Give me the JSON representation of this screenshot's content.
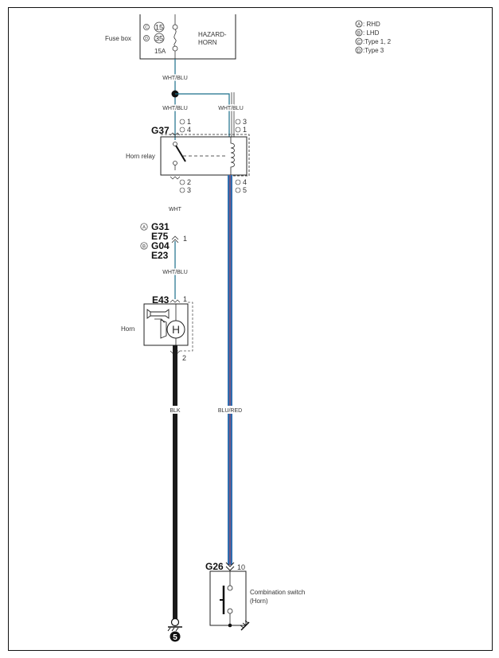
{
  "legend": {
    "items": [
      {
        "symbol": "A",
        "text": ": RHD"
      },
      {
        "symbol": "B",
        "text": ": LHD"
      },
      {
        "symbol": "C",
        "text": ":Type 1, 2"
      },
      {
        "symbol": "D",
        "text": ":Type 3"
      }
    ]
  },
  "fuse_box": {
    "label": "Fuse box",
    "fuse_c": "15",
    "fuse_d": "35",
    "c_symbol": "C",
    "d_symbol": "D",
    "rating": "15A",
    "name_line1": "HAZARD-",
    "name_line2": "HORN"
  },
  "wires": {
    "fuse_out": "WHT/BLU",
    "relay_left_in": "WHT/BLU",
    "relay_right_in": "WHT/BLU",
    "relay_out": "WHT",
    "horn_in": "WHT/BLU",
    "horn_ground": "BLK",
    "switch": "BLU/RED"
  },
  "colors": {
    "wht_blu": "#1a6f8a",
    "blk": "#1a1a1a",
    "blu": "#2e6eb0",
    "red_stripe": "#b0405a"
  },
  "relay": {
    "connector": "G37",
    "label": "Horn relay",
    "pins": {
      "top_left_c": "1",
      "top_left_d": "4",
      "top_right_c": "3",
      "top_right_d": "1",
      "bottom_left_c": "2",
      "bottom_left_d": "3",
      "bottom_right_c": "4",
      "bottom_right_d": "5"
    }
  },
  "connector_mid": {
    "a_symbol": "A",
    "b_symbol": "B",
    "a_line1": "G31",
    "a_line2": "E75",
    "b_line1": "G04",
    "b_line2": "E23",
    "pin": "1"
  },
  "horn": {
    "connector": "E43",
    "label": "Horn",
    "symbol": "H",
    "pin_in": "1",
    "pin_out": "2"
  },
  "switch": {
    "connector": "G26",
    "pin": "10",
    "label_line1": "Combination switch",
    "label_line2": "(Horn)"
  },
  "ground": {
    "number": "5"
  }
}
